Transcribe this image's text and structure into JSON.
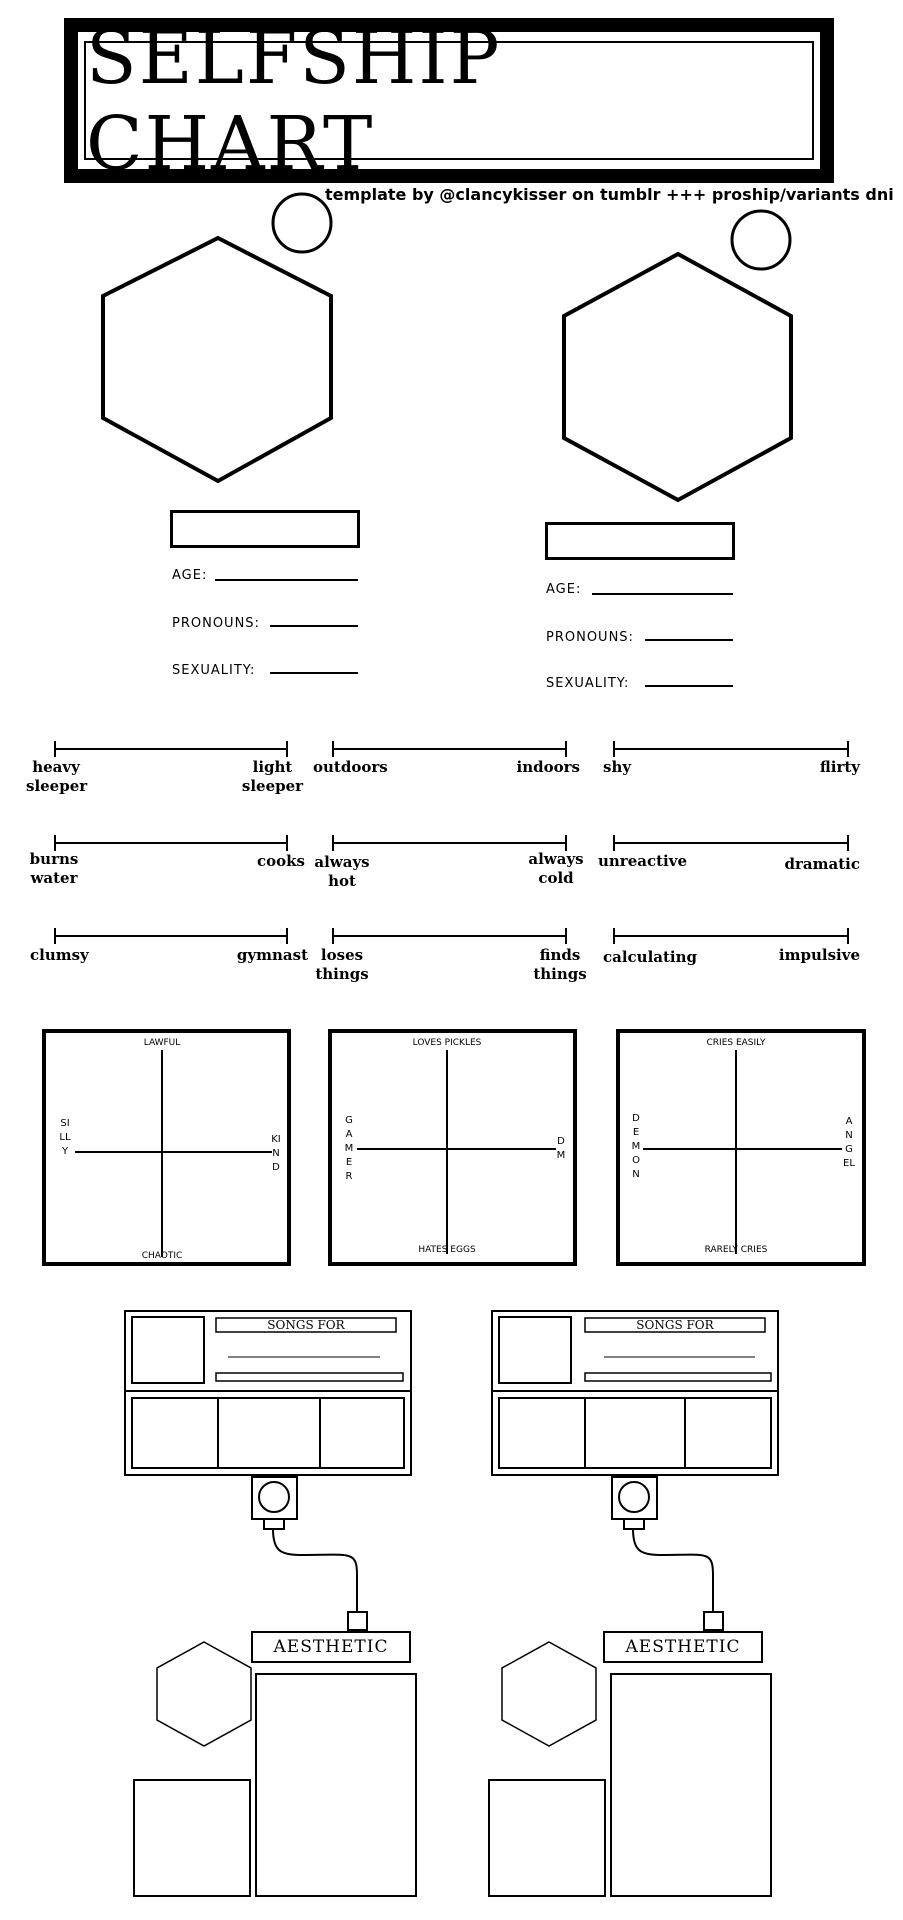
{
  "title": "SELFSHIP CHART",
  "credit": "template by @clancykisser on tumblr +++ proship/variants dni",
  "profiles": {
    "left": {
      "age_label": "AGE:",
      "pronouns_label": "PRONOUNS:",
      "sexuality_label": "SEXUALITY:"
    },
    "right": {
      "age_label": "AGE:",
      "pronouns_label": "PRONOUNS:",
      "sexuality_label": "SEXUALITY:"
    }
  },
  "scales": [
    {
      "left": "heavy\nsleeper",
      "right": "light\nsleeper"
    },
    {
      "left": "outdoors",
      "right": "indoors"
    },
    {
      "left": "shy",
      "right": "flirty"
    },
    {
      "left": "burns\nwater",
      "right": "cooks"
    },
    {
      "left": "always\nhot",
      "right": "always\ncold"
    },
    {
      "left": "unreactive",
      "right": "dramatic"
    },
    {
      "left": "clumsy",
      "right": "gymnast"
    },
    {
      "left": "loses\nthings",
      "right": "finds\nthings"
    },
    {
      "left": "calculating",
      "right": "impulsive"
    }
  ],
  "alignment_charts": [
    {
      "top": "LAWFUL",
      "bottom": "CHAOTIC",
      "left": "SILLY",
      "right": "KIND"
    },
    {
      "top": "LOVES PICKLES",
      "bottom": "HATES EGGS",
      "left": "GAMER",
      "right": "DM"
    },
    {
      "top": "CRIES EASILY",
      "bottom": "RARELY CRIES",
      "left": "DEMON",
      "right": "ANGEL"
    }
  ],
  "songs": {
    "left": {
      "title": "SONGS FOR"
    },
    "right": {
      "title": "SONGS FOR"
    }
  },
  "aesthetic": {
    "left": {
      "label": "AESTHETIC"
    },
    "right": {
      "label": "AESTHETIC"
    }
  }
}
